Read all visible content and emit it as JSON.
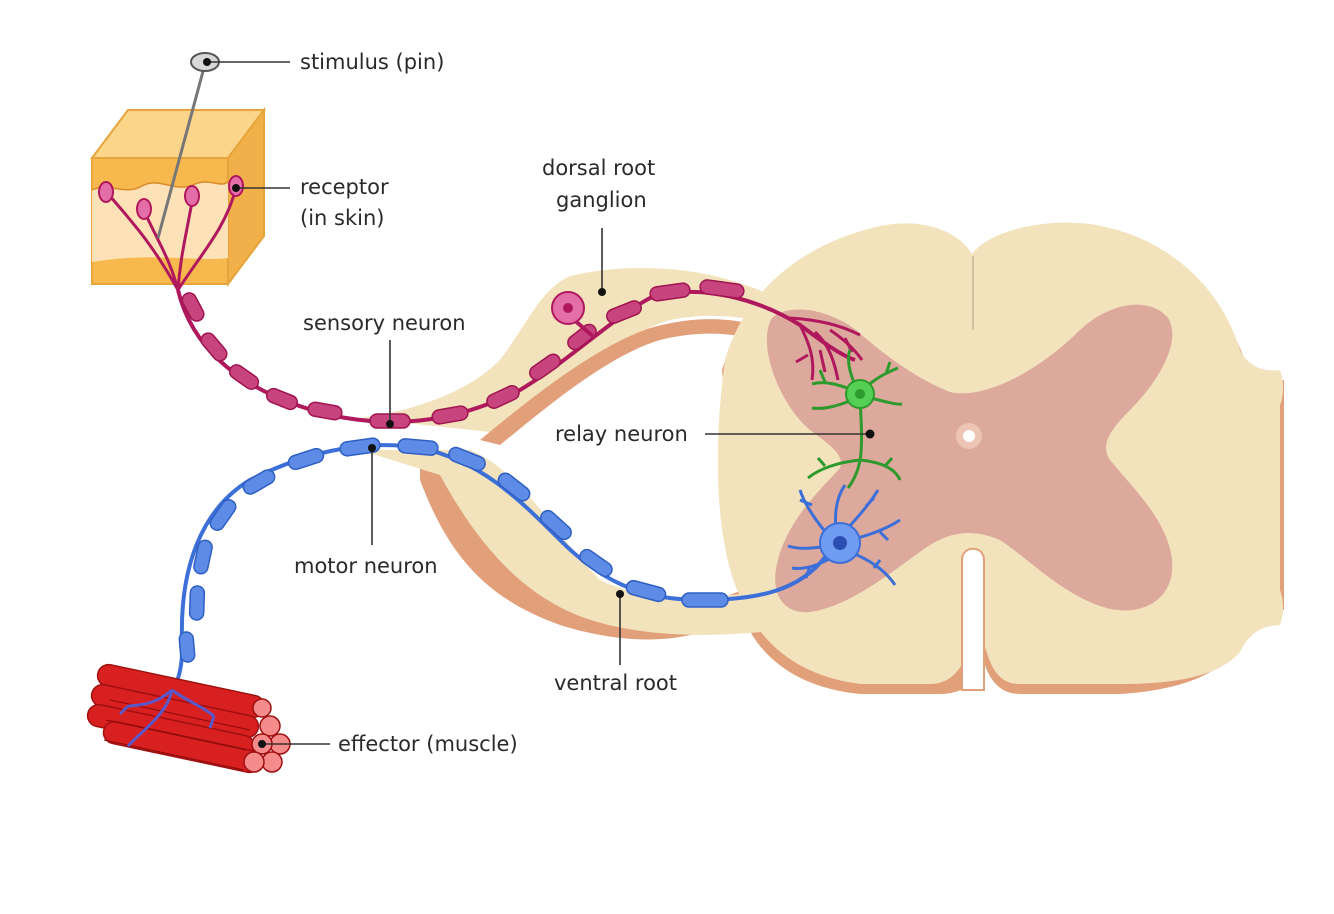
{
  "labels": {
    "stimulus": "stimulus (pin)",
    "receptor_line1": "receptor",
    "receptor_line2": "(in skin)",
    "dorsal_line1": "dorsal root",
    "dorsal_line2": "ganglion",
    "sensory": "sensory neuron",
    "relay": "relay neuron",
    "motor": "motor neuron",
    "ventral": "ventral root",
    "effector": "effector (muscle)"
  },
  "colors": {
    "sensory_neuron": "#b0185d",
    "relay_neuron": "#2e9a2e",
    "motor_neuron": "#3d6fd8",
    "white_matter": "#f2e3bd",
    "grey_matter": "#dca99c",
    "outline": "#e2a07a",
    "skin": "#f7b94e",
    "muscle": "#d92020"
  }
}
